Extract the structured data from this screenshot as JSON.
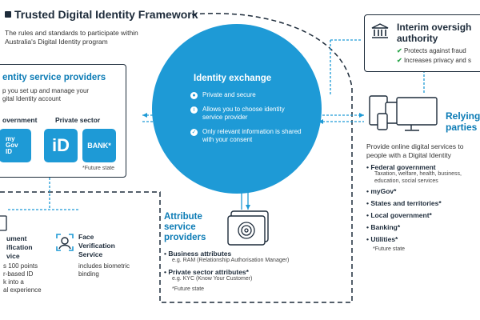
{
  "header": {
    "title": "Trusted Digital Identity Framework",
    "subtitle_lines": [
      "The rules and standards to participate within",
      "Australia's Digital Identity program"
    ]
  },
  "isp": {
    "title": "entity service providers",
    "desc_lines": [
      "p you set up and manage your",
      "gital Identity account"
    ],
    "govt_label": "overnment",
    "private_label": "Private sector",
    "mygov_tile": "my Gov ID",
    "id_tile": "iD",
    "bank_tile": "BANK*",
    "future_note": "*Future state"
  },
  "identity_exchange": {
    "title": "Identity exchange",
    "items": [
      {
        "icon": "lock-icon",
        "text": "Private and secure"
      },
      {
        "icon": "info-icon",
        "text": "Allows you to choose identity service provider"
      },
      {
        "icon": "check-icon",
        "text": "Only relevant information is shared with your consent"
      }
    ]
  },
  "oversight": {
    "title_lines": [
      "Interim oversigh",
      "authority"
    ],
    "items": [
      "Protects against fraud",
      "Increases privacy and s"
    ]
  },
  "relying_parties": {
    "title_lines": [
      "Relying",
      "parties"
    ],
    "desc_lines": [
      "Provide online digital services to",
      "people with a Digital Identity"
    ],
    "items": [
      {
        "label": "Federal government",
        "sub": "Taxation, welfare, health, business, education, social services"
      },
      {
        "label": "myGov*",
        "sub": ""
      },
      {
        "label": "States and territories*",
        "sub": ""
      },
      {
        "label": "Local government*",
        "sub": ""
      },
      {
        "label": "Banking*",
        "sub": ""
      },
      {
        "label": "Utilities*",
        "sub": ""
      }
    ],
    "future_note": "*Future state"
  },
  "attribute": {
    "title_lines": [
      "Attribute",
      "service",
      "providers"
    ],
    "items": [
      {
        "label": "Business attributes",
        "sub": "e.g. RAM (Relationship Authorisation Manager)"
      },
      {
        "label": "Private sector attributes*",
        "sub": "e.g. KYC (Know Your Customer)"
      }
    ],
    "future_note": "*Future state"
  },
  "left_bottom": {
    "doc_lines": [
      "ument",
      "ification",
      "vice"
    ],
    "doc_desc_lines": [
      "s 100 points",
      "r-based ID",
      "k into a",
      "al experience"
    ],
    "face_lines": [
      "Face",
      "Verification",
      "Service"
    ],
    "face_desc_lines": [
      "includes biometric",
      "binding"
    ]
  },
  "colors": {
    "accent": "#1e9ad6",
    "accent_dark": "#0b7bb5",
    "navy": "#1d2b3a",
    "check": "#2aa54a"
  }
}
